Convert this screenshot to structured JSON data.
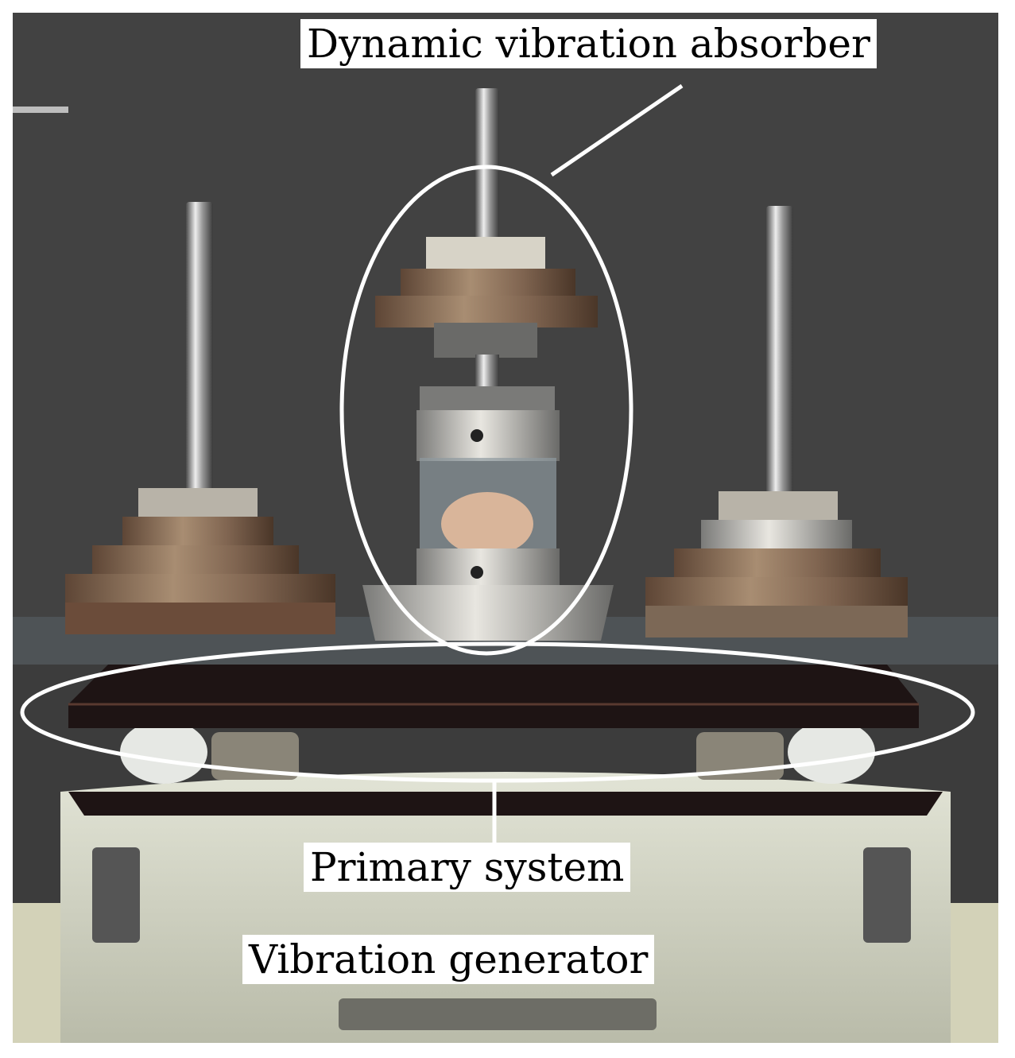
{
  "labels": {
    "dynamic_vibration_absorber": "Dynamic vibration absorber",
    "primary_system": "Primary system",
    "vibration_generator": "Vibration generator"
  },
  "colors": {
    "background": "#3a3a3a",
    "annotation_outline": "#ffffff",
    "label_text": "#000000",
    "brass_weights": "#8a6f55",
    "steel": "#c9c7c2",
    "base_plate": "#1e1414",
    "generator_body": "#d6d8c8"
  }
}
